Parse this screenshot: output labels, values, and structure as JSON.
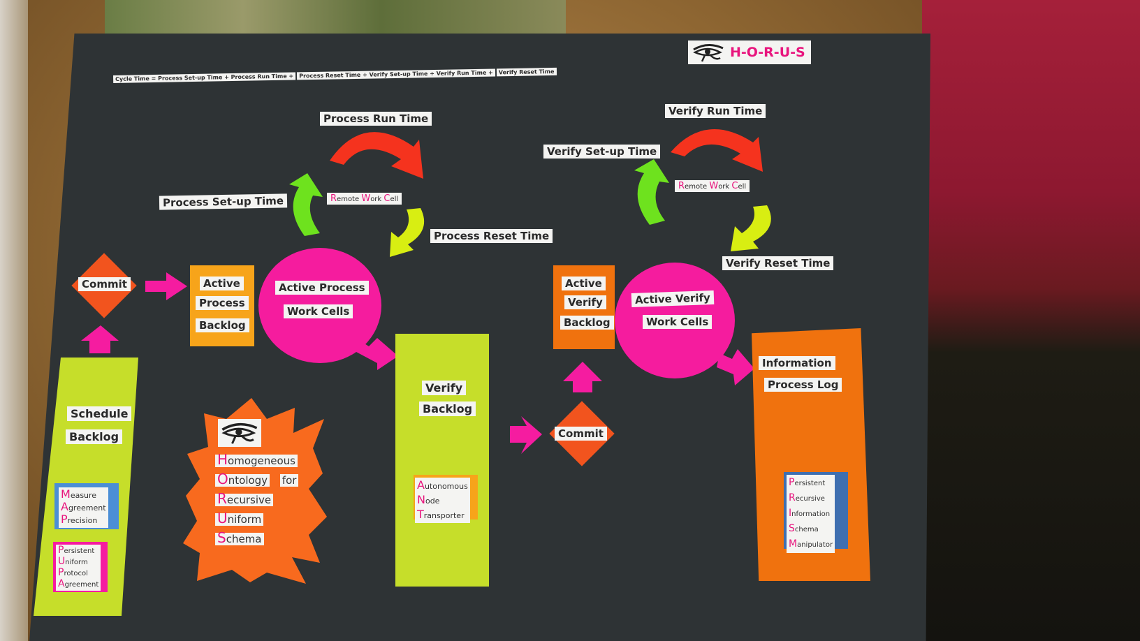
{
  "header": {
    "logo_text": "H-O-R-U-S",
    "equation_part1": "Cycle Time = Process Set-up Time + Process Run Time +",
    "equation_part2": "Process Reset Time + Verify Set-up Time + Verify Run Time +",
    "equation_part3": "Verify Reset Time"
  },
  "process_cycle": {
    "run_time": "Process Run Time",
    "setup_time": "Process Set-up Time",
    "reset_time": "Process Reset Time",
    "remote_r": "R",
    "remote_emote": "emote",
    "remote_w": "W",
    "remote_ork": "ork",
    "remote_c": "C",
    "remote_ell": "ell"
  },
  "verify_cycle": {
    "run_time": "Verify Run Time",
    "setup_time": "Verify Set-up Time",
    "reset_time": "Verify Reset Time",
    "remote_r": "R",
    "remote_emote": "emote",
    "remote_w": "W",
    "remote_ork": "ork",
    "remote_c": "C",
    "remote_ell": "ell"
  },
  "nodes": {
    "commit1": "Commit",
    "commit2": "Commit",
    "active_process_backlog": [
      "Active",
      "Process",
      "Backlog"
    ],
    "active_process_cells": [
      "Active Process",
      "Work Cells"
    ],
    "active_verify_backlog": [
      "Active",
      "Verify",
      "Backlog"
    ],
    "active_verify_cells": [
      "Active Verify",
      "Work Cells"
    ],
    "schedule_backlog": [
      "Schedule",
      "Backlog"
    ],
    "verify_backlog": [
      "Verify",
      "Backlog"
    ],
    "info_log": [
      "Information",
      "Process Log"
    ]
  },
  "acronyms": {
    "map": [
      {
        "c": "M",
        "r": "easure"
      },
      {
        "c": "A",
        "r": "greement"
      },
      {
        "c": "P",
        "r": "recision"
      }
    ],
    "pupa": [
      {
        "c": "P",
        "r": "ersistent"
      },
      {
        "c": "U",
        "r": "niform"
      },
      {
        "c": "P",
        "r": "rotocol"
      },
      {
        "c": "A",
        "r": "greement"
      }
    ],
    "horus": [
      {
        "c": "H",
        "r": "omogeneous"
      },
      {
        "c": "O",
        "r": "ntology"
      },
      {
        "c": "R",
        "r": "ecursive"
      },
      {
        "c": "U",
        "r": "niform"
      },
      {
        "c": "S",
        "r": "chema"
      }
    ],
    "horus_for": "for",
    "ant": [
      {
        "c": "A",
        "r": "utonomous"
      },
      {
        "c": "N",
        "r": "ode"
      },
      {
        "c": "T",
        "r": "ransporter"
      }
    ],
    "prism": [
      {
        "c": "P",
        "r": "ersistent"
      },
      {
        "c": "R",
        "r": "ecursive"
      },
      {
        "c": "I",
        "r": "nformation"
      },
      {
        "c": "S",
        "r": "chema"
      },
      {
        "c": "M",
        "r": "anipulator"
      }
    ]
  },
  "colors": {
    "board": "#2e3335",
    "lime": "#c6de2a",
    "orange": "#f0720e",
    "amber": "#f7a41a",
    "magenta": "#f51ca0",
    "red_arrow": "#f5331e",
    "green_arrow": "#6ee21e",
    "yellow_arrow": "#d8ee12"
  }
}
